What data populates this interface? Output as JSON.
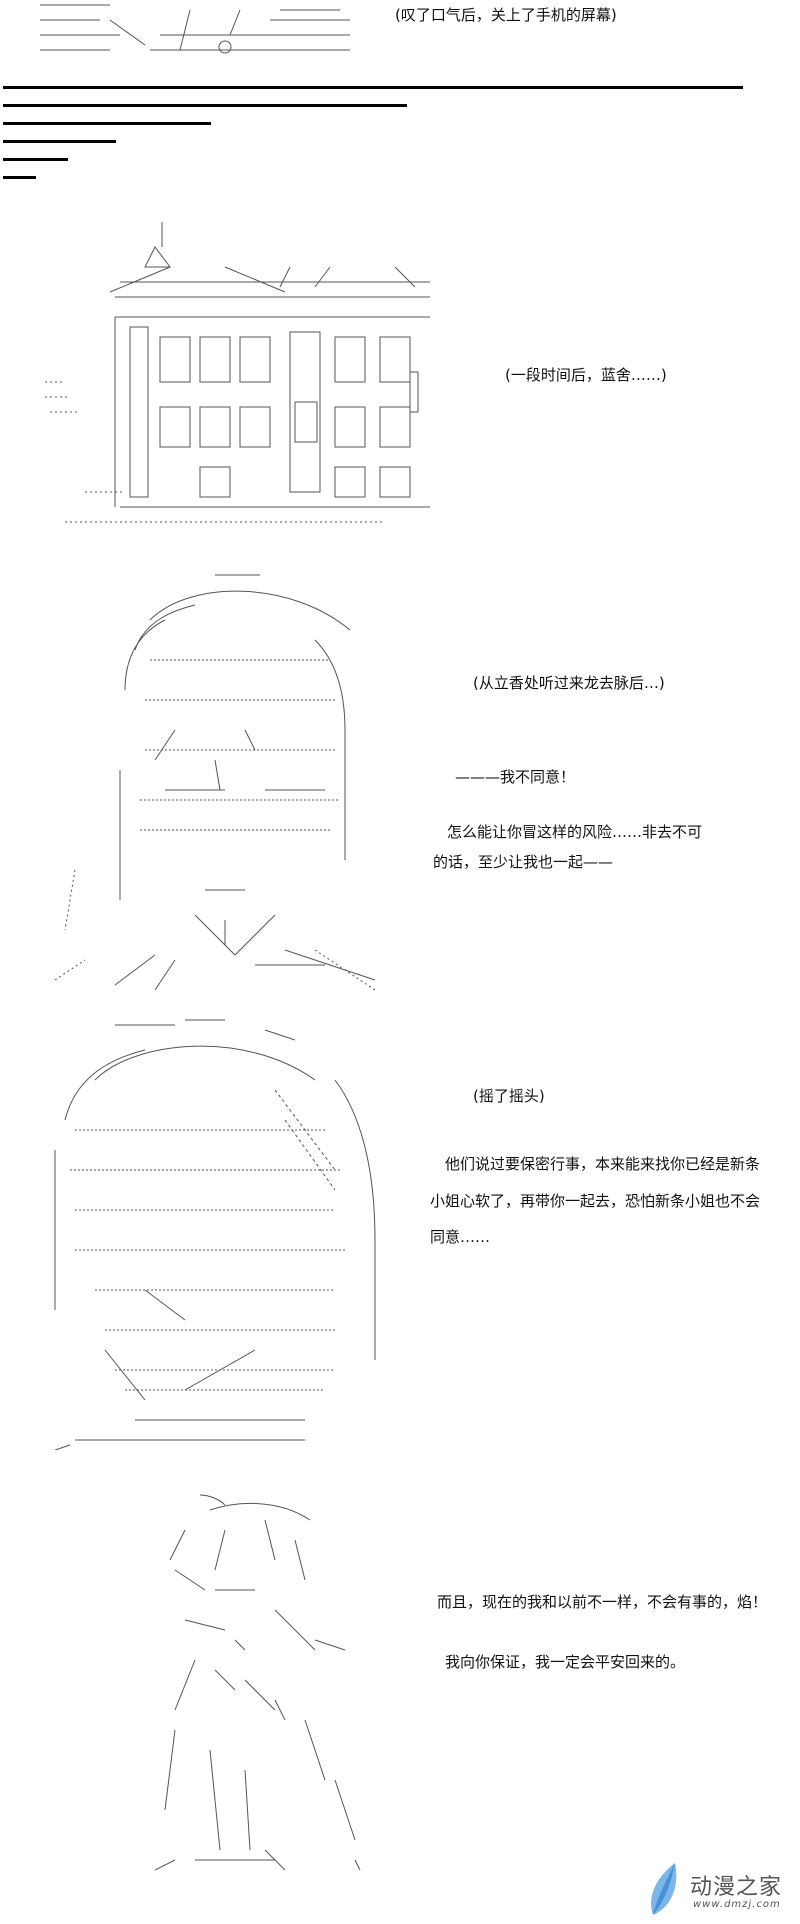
{
  "captions": {
    "sigh": "(叹了口气后，关上了手机的屏幕)",
    "time_later": "(一段时间后，蓝舍……)",
    "heard_story": "(从立香处听过来龙去脉后…)",
    "disagree": "———我不同意！",
    "risk_line1": "怎么能让你冒这样的风险……非去不可",
    "risk_line2": "的话，至少让我也一起——",
    "shake_head": "(摇了摇头)",
    "secret_line1": "他们说过要保密行事，本来能来找你已经是新条",
    "secret_line2": "小姐心软了，再带你一起去，恐怕新条小姐也不会",
    "secret_line3": "同意……",
    "different_now": "而且，现在的我和以前不一样，不会有事的，焰！",
    "promise": "我向你保证，我一定会平安回来的。"
  },
  "watermark": {
    "name": "动漫之家",
    "url": "www.dmzj.com",
    "color": "#4a90d9"
  }
}
